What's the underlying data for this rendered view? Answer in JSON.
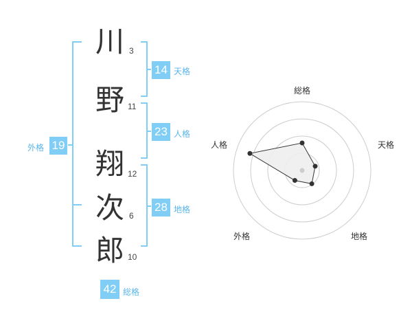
{
  "name": {
    "characters": [
      {
        "char": "川",
        "strokes": "3"
      },
      {
        "char": "野",
        "strokes": "11"
      },
      {
        "char": "翔",
        "strokes": "12"
      },
      {
        "char": "次",
        "strokes": "6"
      },
      {
        "char": "郎",
        "strokes": "10"
      }
    ]
  },
  "fortune": {
    "tenkaku": {
      "value": "14",
      "label": "天格"
    },
    "jinkaku": {
      "value": "23",
      "label": "人格"
    },
    "chikaku": {
      "value": "28",
      "label": "地格"
    },
    "gaikaku": {
      "value": "19",
      "label": "外格"
    },
    "soukaku": {
      "value": "42",
      "label": "総格"
    }
  },
  "colors": {
    "accent": "#80cdf5",
    "bracket": "#80cdf5",
    "label": "#5ab5e8",
    "text": "#333333",
    "grid": "#cccccc"
  },
  "chart_data": {
    "type": "radar",
    "axes": [
      "総格",
      "天格",
      "地格",
      "外格",
      "人格"
    ],
    "max": 5,
    "rings": 4,
    "values": [
      2.0,
      1.0,
      1.2,
      0.9,
      4.0
    ]
  }
}
